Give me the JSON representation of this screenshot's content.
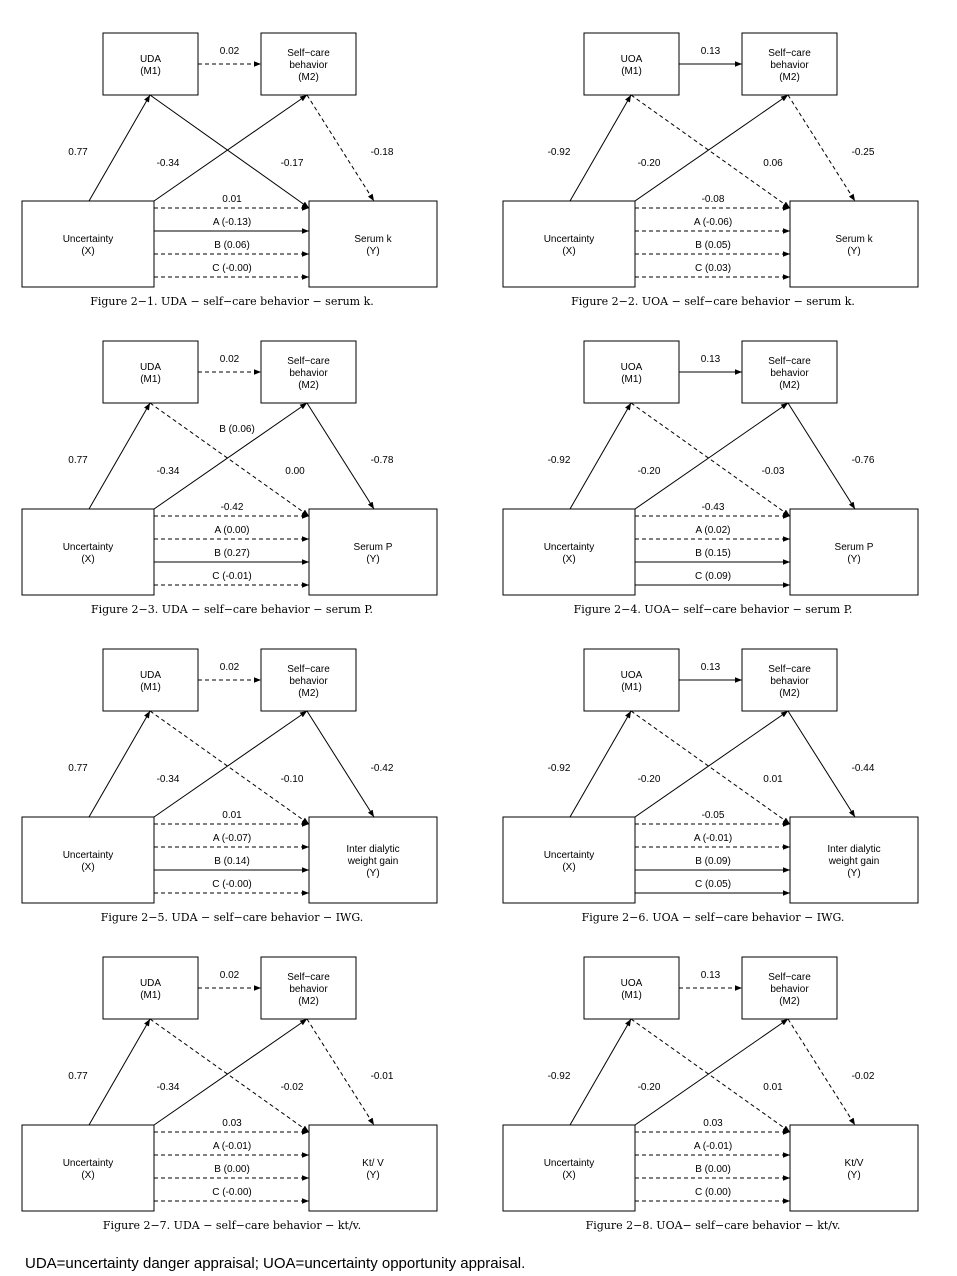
{
  "diagrams": [
    {
      "id": "fig-2-1",
      "m1": [
        "UDA",
        "(M1)"
      ],
      "m2": [
        "Self−care",
        "behavior",
        "(M2)"
      ],
      "x": [
        "Uncertainty",
        "(X)"
      ],
      "y": [
        "Serum k",
        "(Y)"
      ],
      "coef": {
        "m1_m2": "0.02",
        "x_m1": "0.77",
        "x_m2": "-0.34",
        "m1_y": "-0.17",
        "m2_y": "-0.18"
      },
      "paths": [
        "0.01",
        "A (-0.13)",
        "B (0.06)",
        "C (-0.00)"
      ],
      "solid": {
        "m1_m2": false,
        "x_m1": true,
        "x_m2": true,
        "m1_y": true,
        "m2_y": false
      },
      "path_solid": [
        false,
        true,
        false,
        false
      ],
      "caption": "Figure 2−1. UDA − self−care behavior − serum k."
    },
    {
      "id": "fig-2-2",
      "m1": [
        "UOA",
        "(M1)"
      ],
      "m2": [
        "Self−care",
        "behavior",
        "(M2)"
      ],
      "x": [
        "Uncertainty",
        "(X)"
      ],
      "y": [
        "Serum k",
        "(Y)"
      ],
      "coef": {
        "m1_m2": "0.13",
        "x_m1": "-0.92",
        "x_m2": "-0.20",
        "m1_y": "0.06",
        "m2_y": "-0.25"
      },
      "paths": [
        "-0.08",
        "A (-0.06)",
        "B (0.05)",
        "C (0.03)"
      ],
      "solid": {
        "m1_m2": true,
        "x_m1": true,
        "x_m2": true,
        "m1_y": false,
        "m2_y": false
      },
      "path_solid": [
        false,
        false,
        false,
        false
      ],
      "caption": "Figure 2−2. UOA − self−care behavior − serum k."
    },
    {
      "id": "fig-2-3",
      "m1": [
        "UDA",
        "(M1)"
      ],
      "m2": [
        "Self−care",
        "behavior",
        "(M2)"
      ],
      "x": [
        "Uncertainty",
        "(X)"
      ],
      "y": [
        "Serum P",
        "(Y)"
      ],
      "coef": {
        "m1_m2": "0.02",
        "x_m1": "0.77",
        "x_m2": "-0.34",
        "m1_y": "0.00",
        "m2_y": "-0.78",
        "extra": "B (0.06)"
      },
      "paths": [
        "-0.42",
        "A (0.00)",
        "B (0.27)",
        "C (-0.01)"
      ],
      "solid": {
        "m1_m2": false,
        "x_m1": true,
        "x_m2": true,
        "m1_y": false,
        "m2_y": true
      },
      "path_solid": [
        false,
        false,
        true,
        false
      ],
      "caption": "Figure 2−3. UDA − self−care behavior − serum P."
    },
    {
      "id": "fig-2-4",
      "m1": [
        "UOA",
        "(M1)"
      ],
      "m2": [
        "Self−care",
        "behavior",
        "(M2)"
      ],
      "x": [
        "Uncertainty",
        "(X)"
      ],
      "y": [
        "Serum P",
        "(Y)"
      ],
      "coef": {
        "m1_m2": "0.13",
        "x_m1": "-0.92",
        "x_m2": "-0.20",
        "m1_y": "-0.03",
        "m2_y": "-0.76"
      },
      "paths": [
        "-0.43",
        "A (0.02)",
        "B (0.15)",
        "C (0.09)"
      ],
      "solid": {
        "m1_m2": true,
        "x_m1": true,
        "x_m2": true,
        "m1_y": false,
        "m2_y": true
      },
      "path_solid": [
        false,
        false,
        true,
        true
      ],
      "caption": "Figure 2−4. UOA− self−care behavior − serum P."
    },
    {
      "id": "fig-2-5",
      "m1": [
        "UDA",
        "(M1)"
      ],
      "m2": [
        "Self−care",
        "behavior",
        "(M2)"
      ],
      "x": [
        "Uncertainty",
        "(X)"
      ],
      "y": [
        "Inter dialytic",
        "weight gain",
        "(Y)"
      ],
      "coef": {
        "m1_m2": "0.02",
        "x_m1": "0.77",
        "x_m2": "-0.34",
        "m1_y": "-0.10",
        "m2_y": "-0.42"
      },
      "paths": [
        "0.01",
        "A (-0.07)",
        "B (0.14)",
        "C (-0.00)"
      ],
      "solid": {
        "m1_m2": false,
        "x_m1": true,
        "x_m2": true,
        "m1_y": false,
        "m2_y": true
      },
      "path_solid": [
        false,
        false,
        true,
        false
      ],
      "caption": "Figure 2−5. UDA − self−care behavior − IWG."
    },
    {
      "id": "fig-2-6",
      "m1": [
        "UOA",
        "(M1)"
      ],
      "m2": [
        "Self−care",
        "behavior",
        "(M2)"
      ],
      "x": [
        "Uncertainty",
        "(X)"
      ],
      "y": [
        "Inter dialytic",
        "weight gain",
        "(Y)"
      ],
      "coef": {
        "m1_m2": "0.13",
        "x_m1": "-0.92",
        "x_m2": "-0.20",
        "m1_y": "0.01",
        "m2_y": "-0.44"
      },
      "paths": [
        "-0.05",
        "A (-0.01)",
        "B (0.09)",
        "C (0.05)"
      ],
      "solid": {
        "m1_m2": true,
        "x_m1": true,
        "x_m2": true,
        "m1_y": false,
        "m2_y": true
      },
      "path_solid": [
        false,
        false,
        true,
        true
      ],
      "caption": "Figure 2−6. UOA − self−care behavior − IWG."
    },
    {
      "id": "fig-2-7",
      "m1": [
        "UDA",
        "(M1)"
      ],
      "m2": [
        "Self−care",
        "behavior",
        "(M2)"
      ],
      "x": [
        "Uncertainty",
        "(X)"
      ],
      "y": [
        "Kt/ V",
        "(Y)"
      ],
      "coef": {
        "m1_m2": "0.02",
        "x_m1": "0.77",
        "x_m2": "-0.34",
        "m1_y": "-0.02",
        "m2_y": "-0.01"
      },
      "paths": [
        "0.03",
        "A (-0.01)",
        "B (0.00)",
        "C (-0.00)"
      ],
      "solid": {
        "m1_m2": false,
        "x_m1": true,
        "x_m2": true,
        "m1_y": false,
        "m2_y": false
      },
      "path_solid": [
        false,
        false,
        false,
        false
      ],
      "caption": "Figure 2−7. UDA − self−care behavior − kt/v."
    },
    {
      "id": "fig-2-8",
      "m1": [
        "UOA",
        "(M1)"
      ],
      "m2": [
        "Self−care",
        "behavior",
        "(M2)"
      ],
      "x": [
        "Uncertainty",
        "(X)"
      ],
      "y": [
        "Kt/V",
        "(Y)"
      ],
      "coef": {
        "m1_m2": "0.13",
        "x_m1": "-0.92",
        "x_m2": "-0.20",
        "m1_y": "0.01",
        "m2_y": "-0.02"
      },
      "paths": [
        "0.03",
        "A (-0.01)",
        "B (0.00)",
        "C (0.00)"
      ],
      "solid": {
        "m1_m2": false,
        "x_m1": true,
        "x_m2": true,
        "m1_y": false,
        "m2_y": false
      },
      "path_solid": [
        false,
        false,
        false,
        false
      ],
      "caption": "Figure 2−8. UOA− self−care behavior − kt/v."
    }
  ],
  "footnote": "UDA=uncertainty danger appraisal; UOA=uncertainty opportunity appraisal."
}
